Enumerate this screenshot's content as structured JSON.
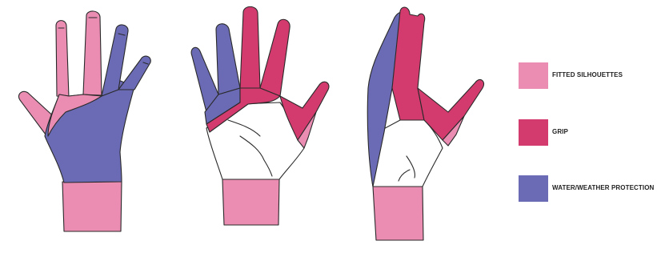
{
  "legend": {
    "items": [
      {
        "label": "FITTED SILHOUETTES",
        "color": "#EB8DB3",
        "icon": "fitted-silhouettes-swatch"
      },
      {
        "label": "GRIP",
        "color": "#D33B6E",
        "icon": "grip-swatch"
      },
      {
        "label": "WATER/WEATHER PROTECTION",
        "color": "#6A6AB5",
        "icon": "water-weather-protection-swatch"
      }
    ]
  },
  "colors": {
    "outline": "#2a2a2a",
    "skin": "#ffffff",
    "background": "#ffffff"
  }
}
